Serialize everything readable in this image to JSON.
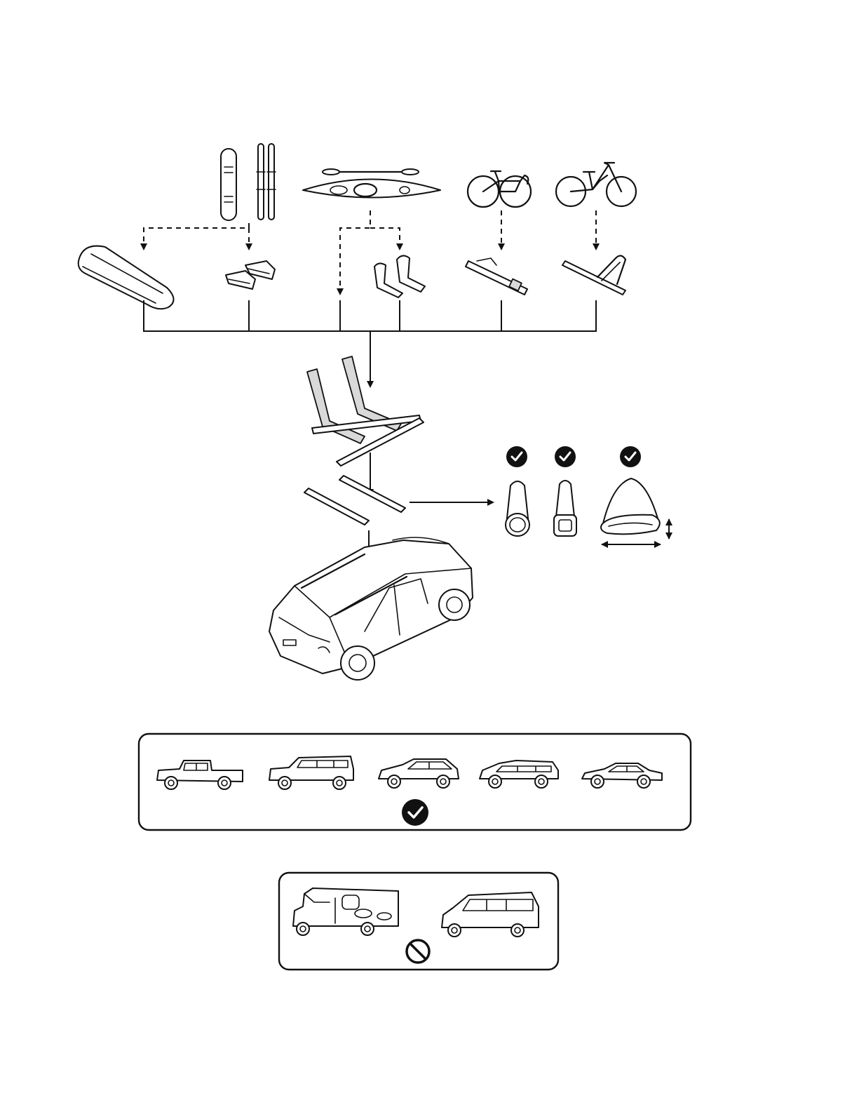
{
  "diagram": {
    "accessories": [
      {
        "id": "snowboard-skis",
        "icon": "snowboard-and-skis-icon"
      },
      {
        "id": "kayak",
        "icon": "kayak-with-paddle-icon"
      },
      {
        "id": "road-bike",
        "icon": "road-bike-icon"
      },
      {
        "id": "mountain-bike",
        "icon": "mountain-bike-icon"
      }
    ],
    "mounts": [
      {
        "id": "cargo-box",
        "icon": "cargo-box-icon"
      },
      {
        "id": "ski-carrier",
        "icon": "ski-carrier-icon"
      },
      {
        "id": "kayak-j-cradle",
        "icon": "kayak-j-cradle-icon"
      },
      {
        "id": "fork-mount-bike-rack",
        "icon": "fork-mount-bike-rack-icon"
      },
      {
        "id": "upright-bike-rack",
        "icon": "upright-bike-rack-icon"
      }
    ],
    "crossbar_profiles": [
      {
        "shape": "round",
        "status": "compatible",
        "icon": "round-bar-profile-icon"
      },
      {
        "shape": "square",
        "status": "compatible",
        "icon": "square-bar-profile-icon"
      },
      {
        "shape": "aero",
        "status": "compatible",
        "icon": "aero-bar-profile-icon"
      }
    ],
    "compatible_vehicles": [
      "pickup-truck",
      "large-suv",
      "crossover-suv",
      "minivan",
      "sedan"
    ],
    "incompatible_vehicles": [
      "rv-camper",
      "cargo-van"
    ],
    "colors": {
      "line": "#111111",
      "background": "#ffffff"
    }
  }
}
